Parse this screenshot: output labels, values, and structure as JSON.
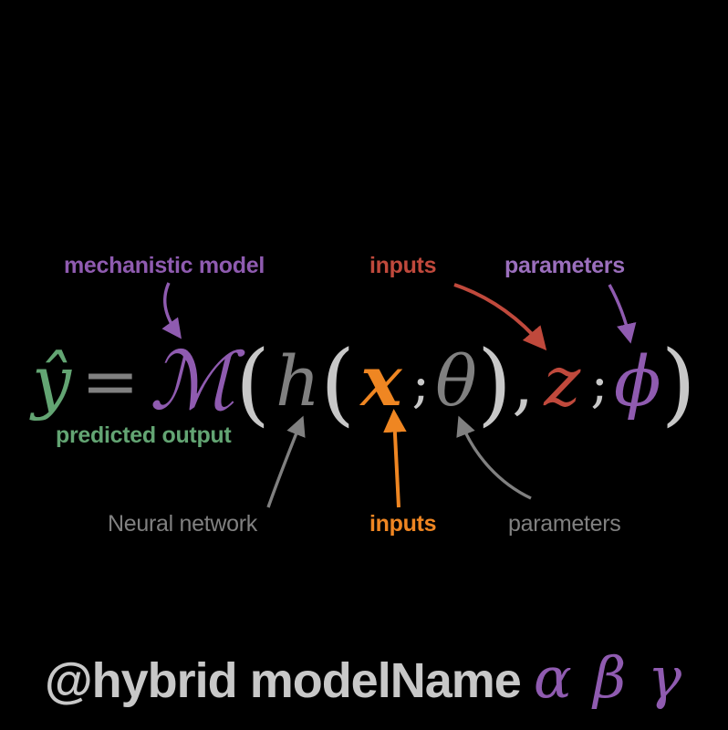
{
  "colors": {
    "background": "#000000",
    "green": "#63a573",
    "purple": "#8f5bb0",
    "purple_light": "#9b6fbd",
    "brick_red": "#c0493c",
    "orange": "#ef8622",
    "gray": "#808080",
    "gray_light": "#c8c8c8",
    "gray_mid": "#a0a0a0"
  },
  "annotations": {
    "top": [
      {
        "id": "mechanistic-model",
        "text": "mechanistic model",
        "color": "#8f5bb0"
      },
      {
        "id": "inputs-top",
        "text": "inputs",
        "color": "#c0493c"
      },
      {
        "id": "parameters-top",
        "text": "parameters",
        "color": "#9b6fbd"
      }
    ],
    "mid": [
      {
        "id": "predicted-output",
        "text": "predicted output",
        "color": "#63a573"
      }
    ],
    "bottom": [
      {
        "id": "neural-network",
        "text": "Neural network",
        "color": "#808080"
      },
      {
        "id": "inputs-bottom",
        "text": "inputs",
        "color": "#ef8622"
      },
      {
        "id": "parameters-bottom",
        "text": "parameters",
        "color": "#808080"
      }
    ]
  },
  "formula": {
    "full_text": "ŷ = ℳ( h( x ; θ), z ; φ)",
    "tokens": {
      "y_hat": "ŷ",
      "equals": "=",
      "script_m": "ℳ",
      "paren_open_1": "(",
      "h": "h",
      "paren_open_2": "(",
      "x": "x",
      "semicolon_1": ";",
      "theta": "θ",
      "paren_close_1": ")",
      "comma": ",",
      "z": "z",
      "semicolon_2": ";",
      "phi": "ϕ",
      "paren_close_2": ")"
    }
  },
  "caption": {
    "directive": "@hybrid",
    "model_name": "modelName",
    "greek_params": "α β γ"
  }
}
